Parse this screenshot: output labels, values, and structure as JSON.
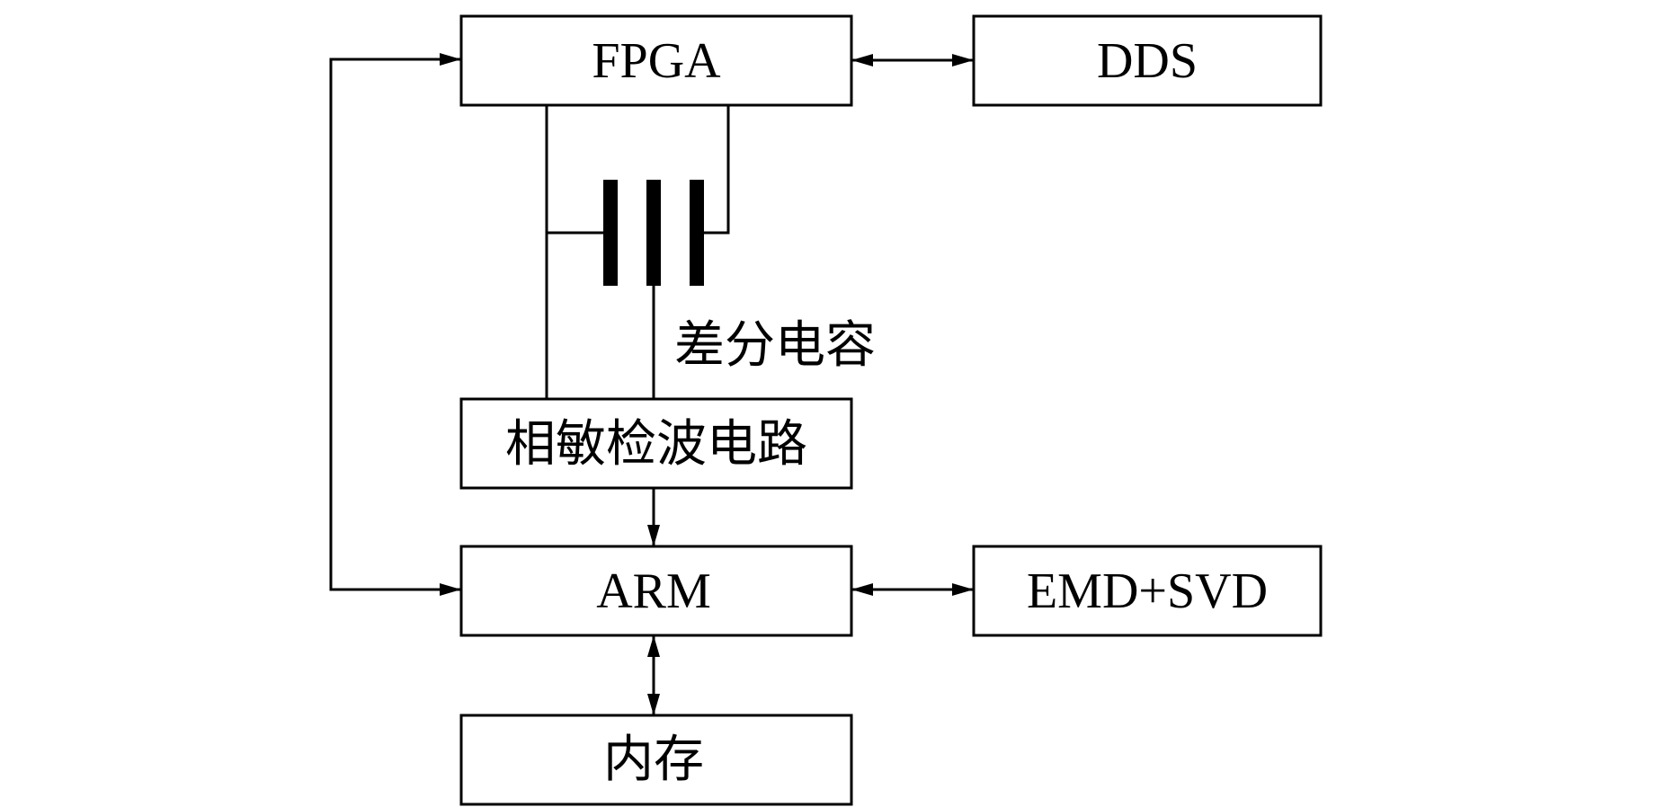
{
  "blocks": {
    "fpga": "FPGA",
    "dds": "DDS",
    "phase_detector": "相敏检波电路",
    "arm": "ARM",
    "emd_svd": "EMD+SVD",
    "memory": "内存"
  },
  "capacitor_label": "差分电容",
  "colors": {
    "line": "#000000",
    "background": "#ffffff"
  }
}
